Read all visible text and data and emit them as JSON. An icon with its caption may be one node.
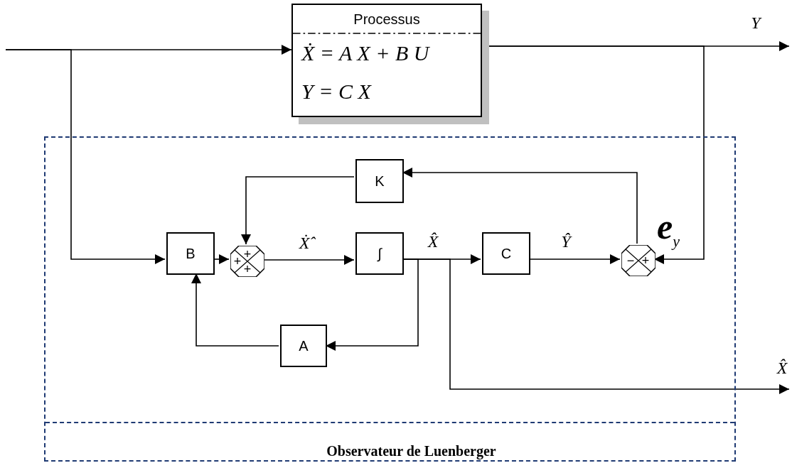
{
  "diagram": {
    "nodes": [
      {
        "text": [
          "Observateur de Luenberger"
        ]
      },
      {
        "text": [
          "Processus",
          "Ẋ = A X + B U",
          "Y = C X"
        ]
      },
      {
        "text": [
          "B"
        ],
        "in": 0
      },
      {
        "text": [
          "+",
          "+",
          "+"
        ],
        "in": 0
      },
      {
        "text": [
          "∫"
        ],
        "in": 0
      },
      {
        "text": [
          "C"
        ],
        "in": 0
      },
      {
        "text": [
          "−",
          "+"
        ],
        "in": 0
      },
      {
        "text": [
          "K"
        ],
        "in": 0
      },
      {
        "text": [
          "A"
        ],
        "in": 0
      }
    ],
    "edges": [
      {
        "from": null,
        "to": 1,
        "arrow": "to"
      },
      {
        "from": null,
        "to": 2,
        "arrow": "to"
      },
      {
        "from": 1,
        "to": null,
        "arrow": "to",
        "label": "Y"
      },
      {
        "from": 1,
        "to": 6,
        "arrow": "to"
      },
      {
        "from": 2,
        "to": 3,
        "arrow": "to"
      },
      {
        "from": 7,
        "to": 3,
        "arrow": "to"
      },
      {
        "from": 3,
        "to": 4,
        "arrow": "to",
        "label": "Ẋ̂"
      },
      {
        "from": 4,
        "to": 5,
        "arrow": "to",
        "label": "X̂"
      },
      {
        "from": 4,
        "to": 8,
        "arrow": "to"
      },
      {
        "from": 4,
        "to": null,
        "arrow": "to",
        "label": "X̂"
      },
      {
        "from": 5,
        "to": 6,
        "arrow": "to",
        "label": "Ŷ"
      },
      {
        "from": 6,
        "to": 7,
        "arrow": "to",
        "label": "e$_{y}$"
      },
      {
        "from": 8,
        "to": 2,
        "arrow": "to"
      }
    ]
  }
}
